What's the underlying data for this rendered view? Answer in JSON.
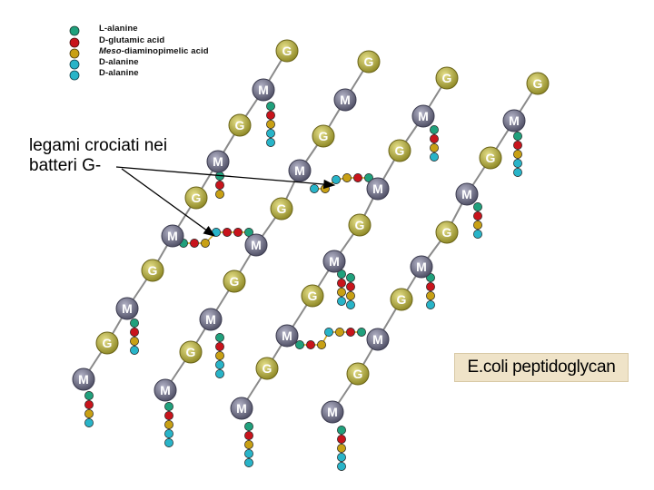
{
  "legend": [
    {
      "label": "L-alanine",
      "color": "#20a07c"
    },
    {
      "label": "D-glutamic acid",
      "color": "#c8141c"
    },
    {
      "label_italic": "Meso",
      "label": "-diaminopimelic acid",
      "color": "#c8a014"
    },
    {
      "label": "D-alanine",
      "color": "#28b4c8"
    },
    {
      "label": "D-alanine",
      "color": "#28b4c8"
    }
  ],
  "caption": {
    "line1": "legami crociati nei",
    "line2": "batteri G-"
  },
  "title": "E.coli peptidoglycan",
  "sugar_labels": {
    "G": "G",
    "M": "M"
  },
  "colors": {
    "g_sugar": "#b8b040",
    "m_sugar": "#6e6e86",
    "l_ala": "#20a07c",
    "d_glu": "#c8141c",
    "dap": "#c8a014",
    "d_ala": "#28b4c8",
    "backbone": "#8a8a8a"
  }
}
